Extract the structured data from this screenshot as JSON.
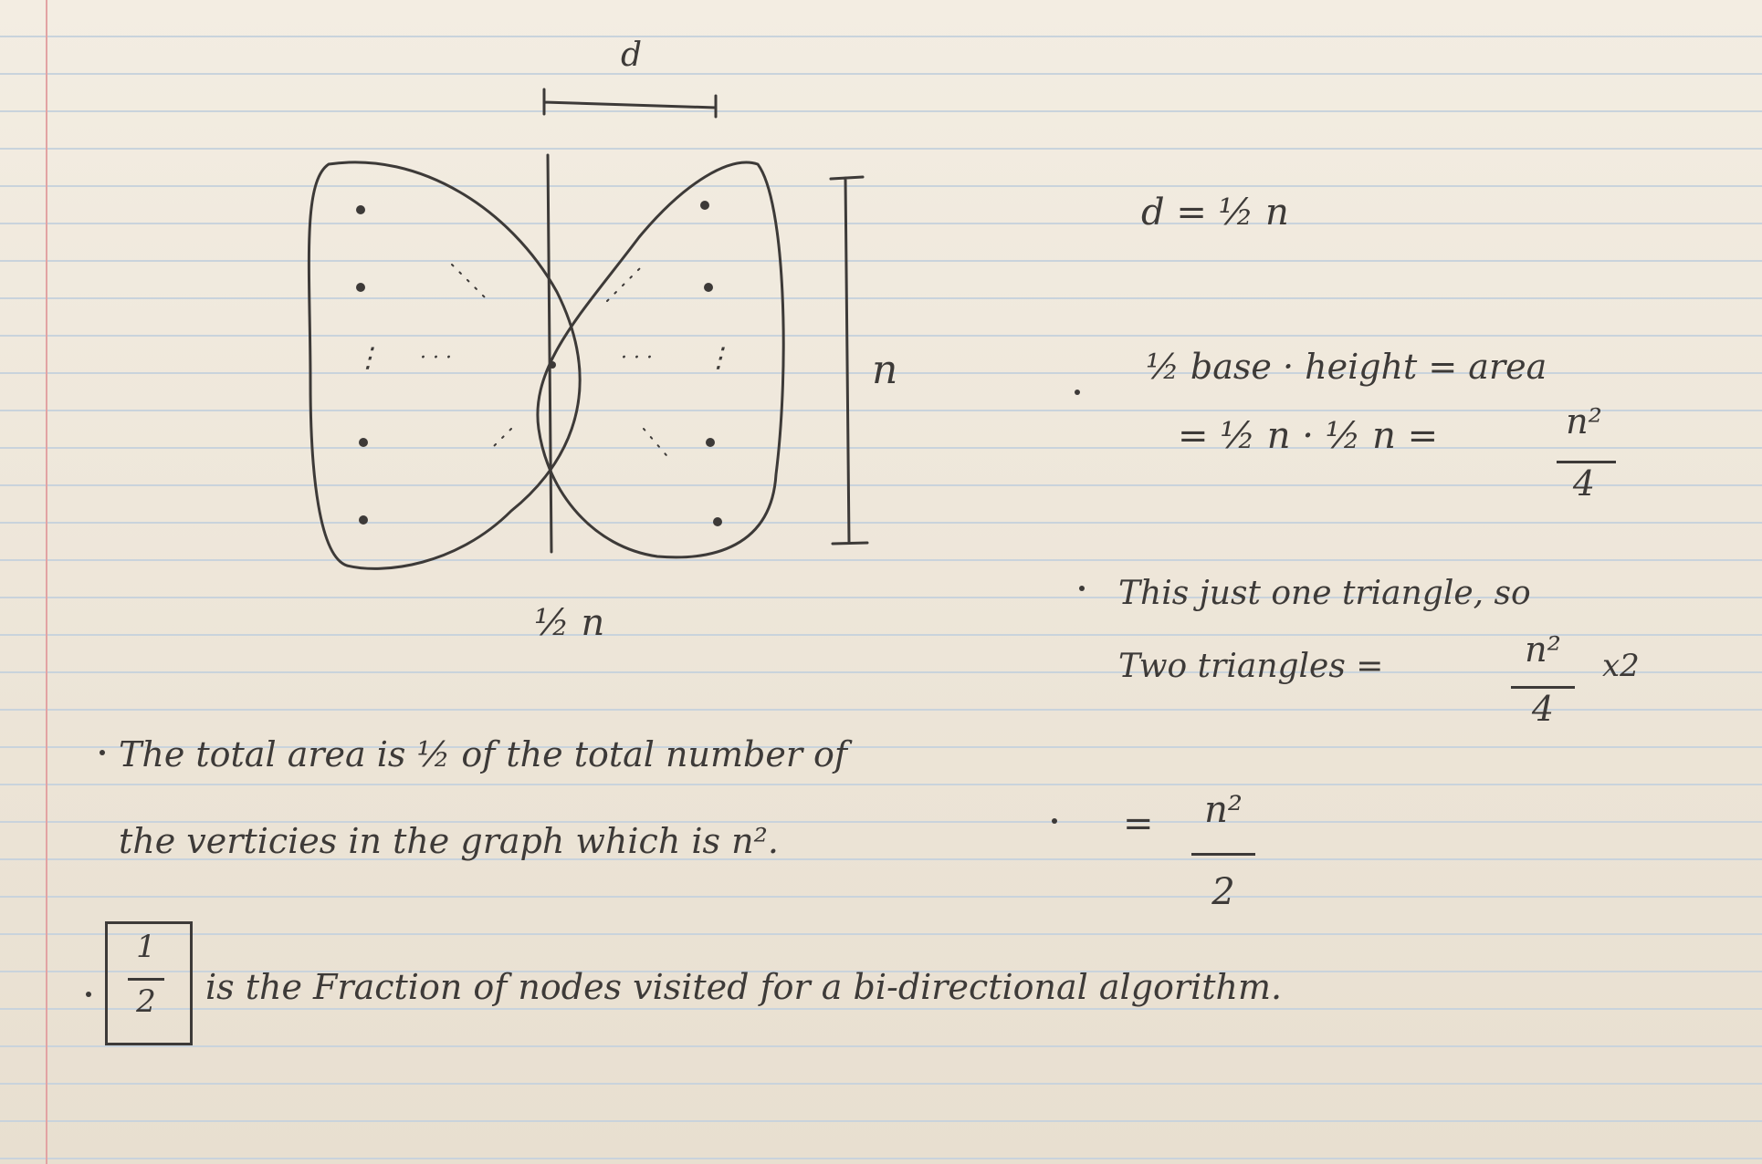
{
  "diagram": {
    "top_label": "d",
    "right_label": "n",
    "bottom_label": "½ n",
    "dots_h": "· · ·",
    "dots_v": "⋮"
  },
  "notes": {
    "d_def": "d = ½ n",
    "area_formula": "½ base · height = area",
    "area_substitution": "= ½ n · ½ n =",
    "n_squared": "n²",
    "four": "4",
    "triangle_note": "This just one triangle, so",
    "two_triangles": "Two triangles =",
    "times_two": "x2",
    "total_area_line1": "The total area is ½ of the total number of",
    "total_area_line2": "the verticies in the graph which is n².",
    "result_equals": "=",
    "two": "2",
    "boxed_fraction_num": "1",
    "boxed_fraction_den": "2",
    "conclusion": "is the Fraction of nodes visited for a bi-directional algorithm."
  }
}
